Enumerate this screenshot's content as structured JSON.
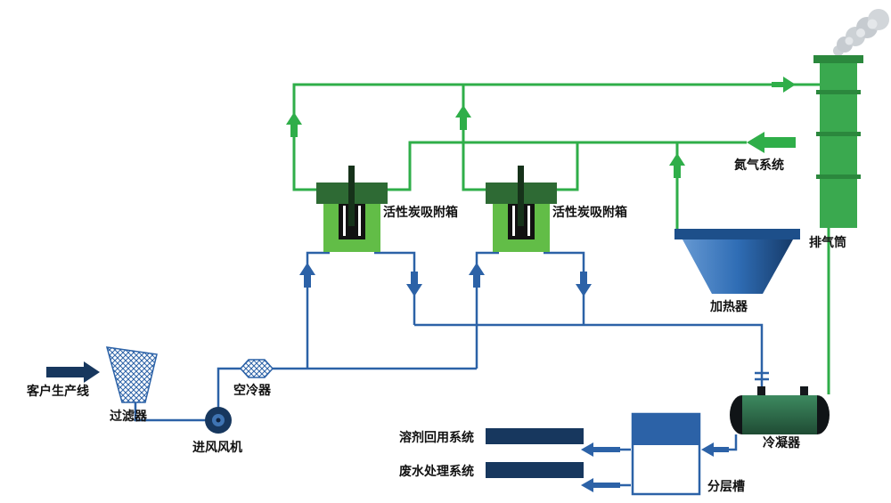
{
  "diagram": {
    "labels": {
      "customer_line": "客户生产线",
      "filter": "过滤器",
      "inlet_fan": "进风风机",
      "air_cooler": "空冷器",
      "adsorber": "活性炭吸附箱",
      "nitrogen_system": "氮气系统",
      "exhaust_stack": "排气筒",
      "heater": "加热器",
      "condenser": "冷凝器",
      "separator": "分层槽",
      "solvent_reuse": "溶剂回用系统",
      "wastewater": "废水处理系统"
    },
    "colors": {
      "pipe_blue": "#2c62a7",
      "green": "#2fae49",
      "dark_navy": "#17375e",
      "stack_green": "#3aa94f",
      "band_green": "#2b883d",
      "box_green": "#62bd47",
      "lid_green": "#2e6a34",
      "heater_blue": "#2f6db5",
      "condenser_green": "#2d6b4a",
      "smoke_gray": "#ccd1d5",
      "text": "#111111",
      "background": "#ffffff"
    }
  }
}
